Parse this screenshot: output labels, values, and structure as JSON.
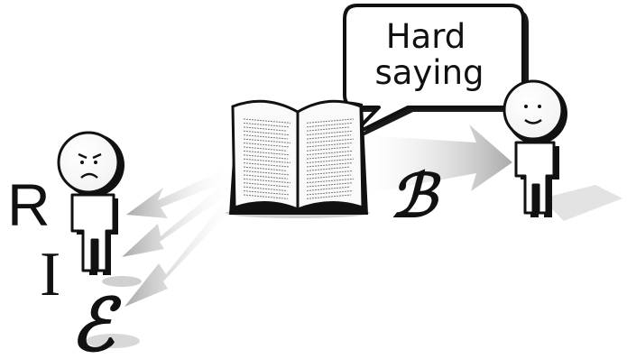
{
  "speech_bubble": {
    "line1": "Hard",
    "line2": "saying"
  },
  "letters": {
    "left_top": "R",
    "left_middle": "I",
    "left_bottom": "ℰ",
    "right_arrow": "ℬ"
  },
  "figures": {
    "left_expression": "frowning",
    "right_expression": "smiling"
  },
  "colors": {
    "arrow": "#b5b5b5",
    "shadow": "#c8c8c8",
    "ink": "#111111"
  }
}
